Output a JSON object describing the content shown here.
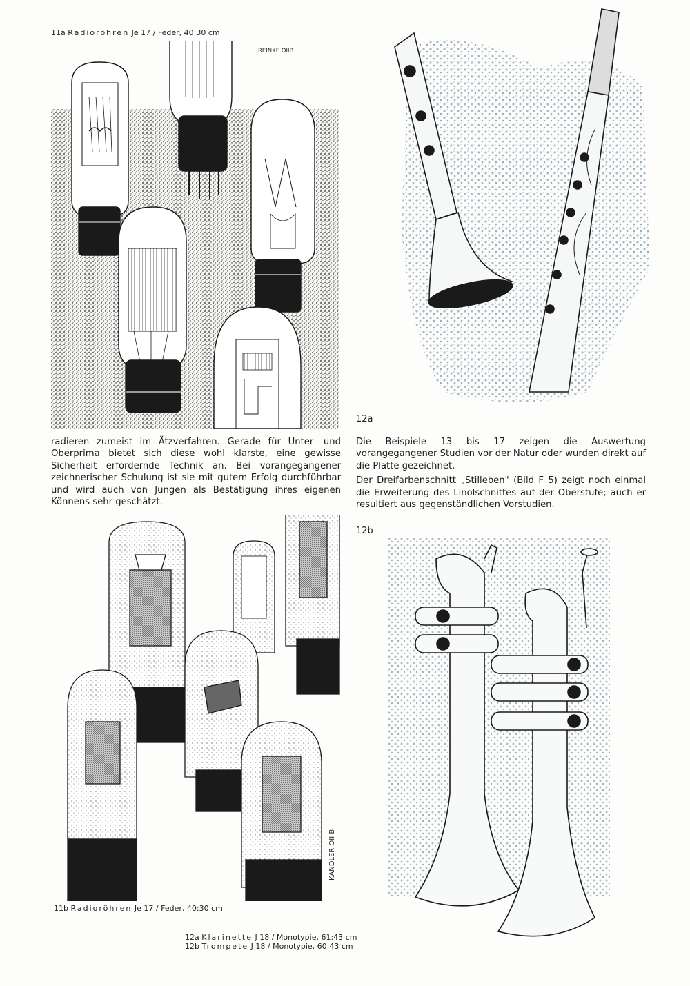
{
  "caption_11a": {
    "number": "11a",
    "title": "Radioröhren",
    "details": "Je 17 / Feder, 40:30 cm"
  },
  "signature_11a": "REINKE OIIB",
  "signature_11b": "KÄNDLER OII B",
  "label_12a": "12a",
  "label_12b": "12b",
  "left_text": [
    "radieren zumeist im Ätzverfahren. Gerade für Unter- und Oberprima bietet sich diese wohl klarste, eine gewisse Sicherheit erfordernde Technik an. Bei vorangegangener zeichnerischer Schulung ist sie mit gutem Erfolg durchführbar und wird auch von Jungen als Bestätigung ihres eigenen Könnens sehr geschätzt."
  ],
  "right_text": [
    "Die Beispiele 13 bis 17 zeigen die Auswertung vorangegangener Studien vor der Natur oder wurden direkt auf die Platte gezeichnet.",
    "Der Dreifarbenschnitt „Stilleben\" (Bild F 5) zeigt noch einmal die Erweiterung des Linolschnittes auf der Oberstufe; auch er resultiert aus gegenständlichen Vorstudien."
  ],
  "caption_11b": {
    "number": "11b",
    "title": "Radioröhren",
    "details": "Je 17 / Feder, 40:30 cm"
  },
  "caption_12a": {
    "number": "12a",
    "title": "Klarinette",
    "details": "J 18 / Monotypie, 61:43 cm"
  },
  "caption_12b": {
    "number": "12b",
    "title": "Trompete",
    "details": "J 18 / Monotypie, 60:43 cm"
  },
  "colors": {
    "ink": "#1a1a1a",
    "monotype_blue": "#9fb3c2",
    "paper": "#fdfdfb"
  }
}
